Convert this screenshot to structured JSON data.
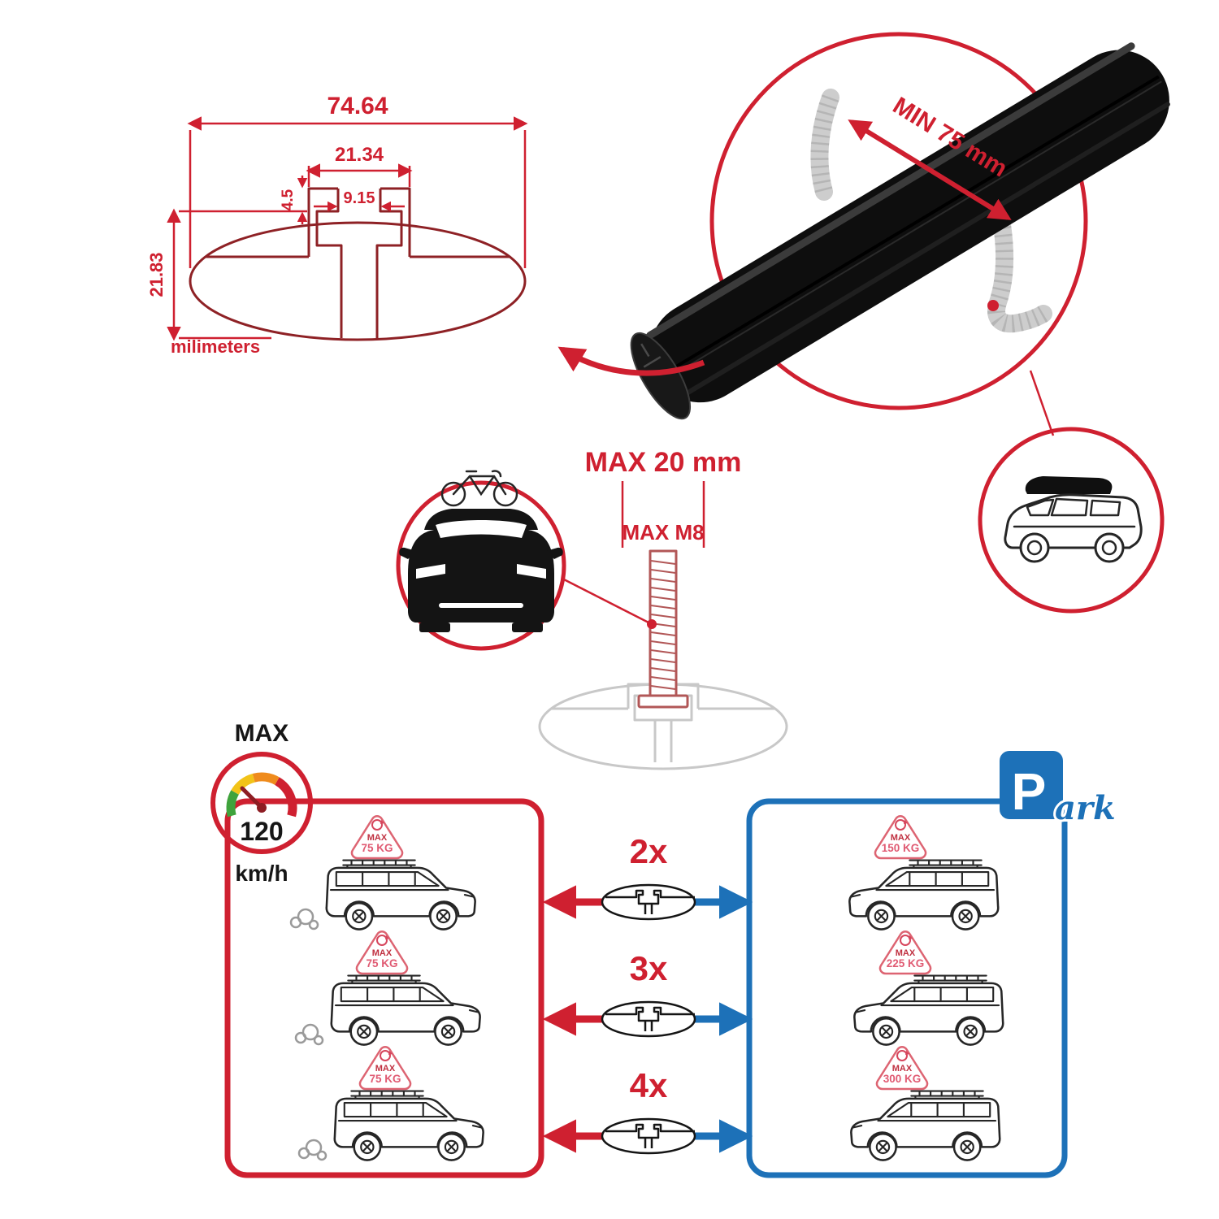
{
  "colors": {
    "red": "#cf2030",
    "blue": "#1d71b8",
    "dark": "#141414",
    "ghost": "#c8c8c8"
  },
  "dimension_diagram": {
    "total_width": "74.64",
    "slot_outer_width": "21.34",
    "slot_inner_width": "9.15",
    "lip_depth": "4.5",
    "profile_height": "21.83",
    "units_label": "milimeters"
  },
  "crossbar_detail": {
    "min_span_label": "MIN 75 mm"
  },
  "bolt_detail": {
    "max_width_label": "MAX 20 mm",
    "max_thread_label": "MAX M8"
  },
  "speed_limit": {
    "caption": "MAX",
    "value": "120",
    "unit": "km/h"
  },
  "park_sign": {
    "letter": "P",
    "suffix": "ark"
  },
  "load_capacity": {
    "multipliers": [
      "2x",
      "3x",
      "4x"
    ],
    "driving": [
      {
        "label": "MAX",
        "weight": "75 KG"
      },
      {
        "label": "MAX",
        "weight": "75 KG"
      },
      {
        "label": "MAX",
        "weight": "75 KG"
      }
    ],
    "parked": [
      {
        "label": "MAX",
        "weight": "150 KG"
      },
      {
        "label": "MAX",
        "weight": "225 KG"
      },
      {
        "label": "MAX",
        "weight": "300 KG"
      }
    ]
  }
}
